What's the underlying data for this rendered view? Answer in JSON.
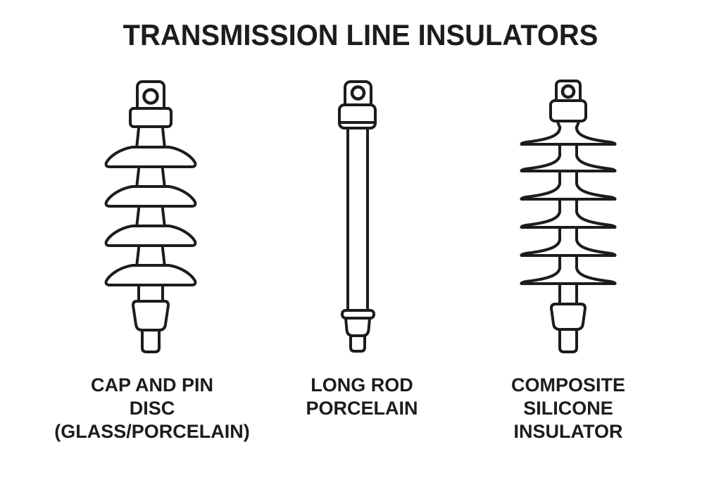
{
  "title": "TRANSMISSION LINE INSULATORS",
  "colors": {
    "background": "#ffffff",
    "line": "#1c1c1c",
    "text": "#1c1c1c"
  },
  "insulators": [
    {
      "id": "cap-and-pin-disc",
      "label_lines": [
        "CAP AND PIN",
        "DISC",
        "(GLASS/PORCELAIN)"
      ],
      "disc_count": 4
    },
    {
      "id": "long-rod-porcelain",
      "label_lines": [
        "LONG ROD",
        "PORCELAIN"
      ]
    },
    {
      "id": "composite-silicone-insulator",
      "label_lines": [
        "COMPOSITE",
        "SILICONE",
        "INSULATOR"
      ],
      "shed_count": 6
    }
  ]
}
